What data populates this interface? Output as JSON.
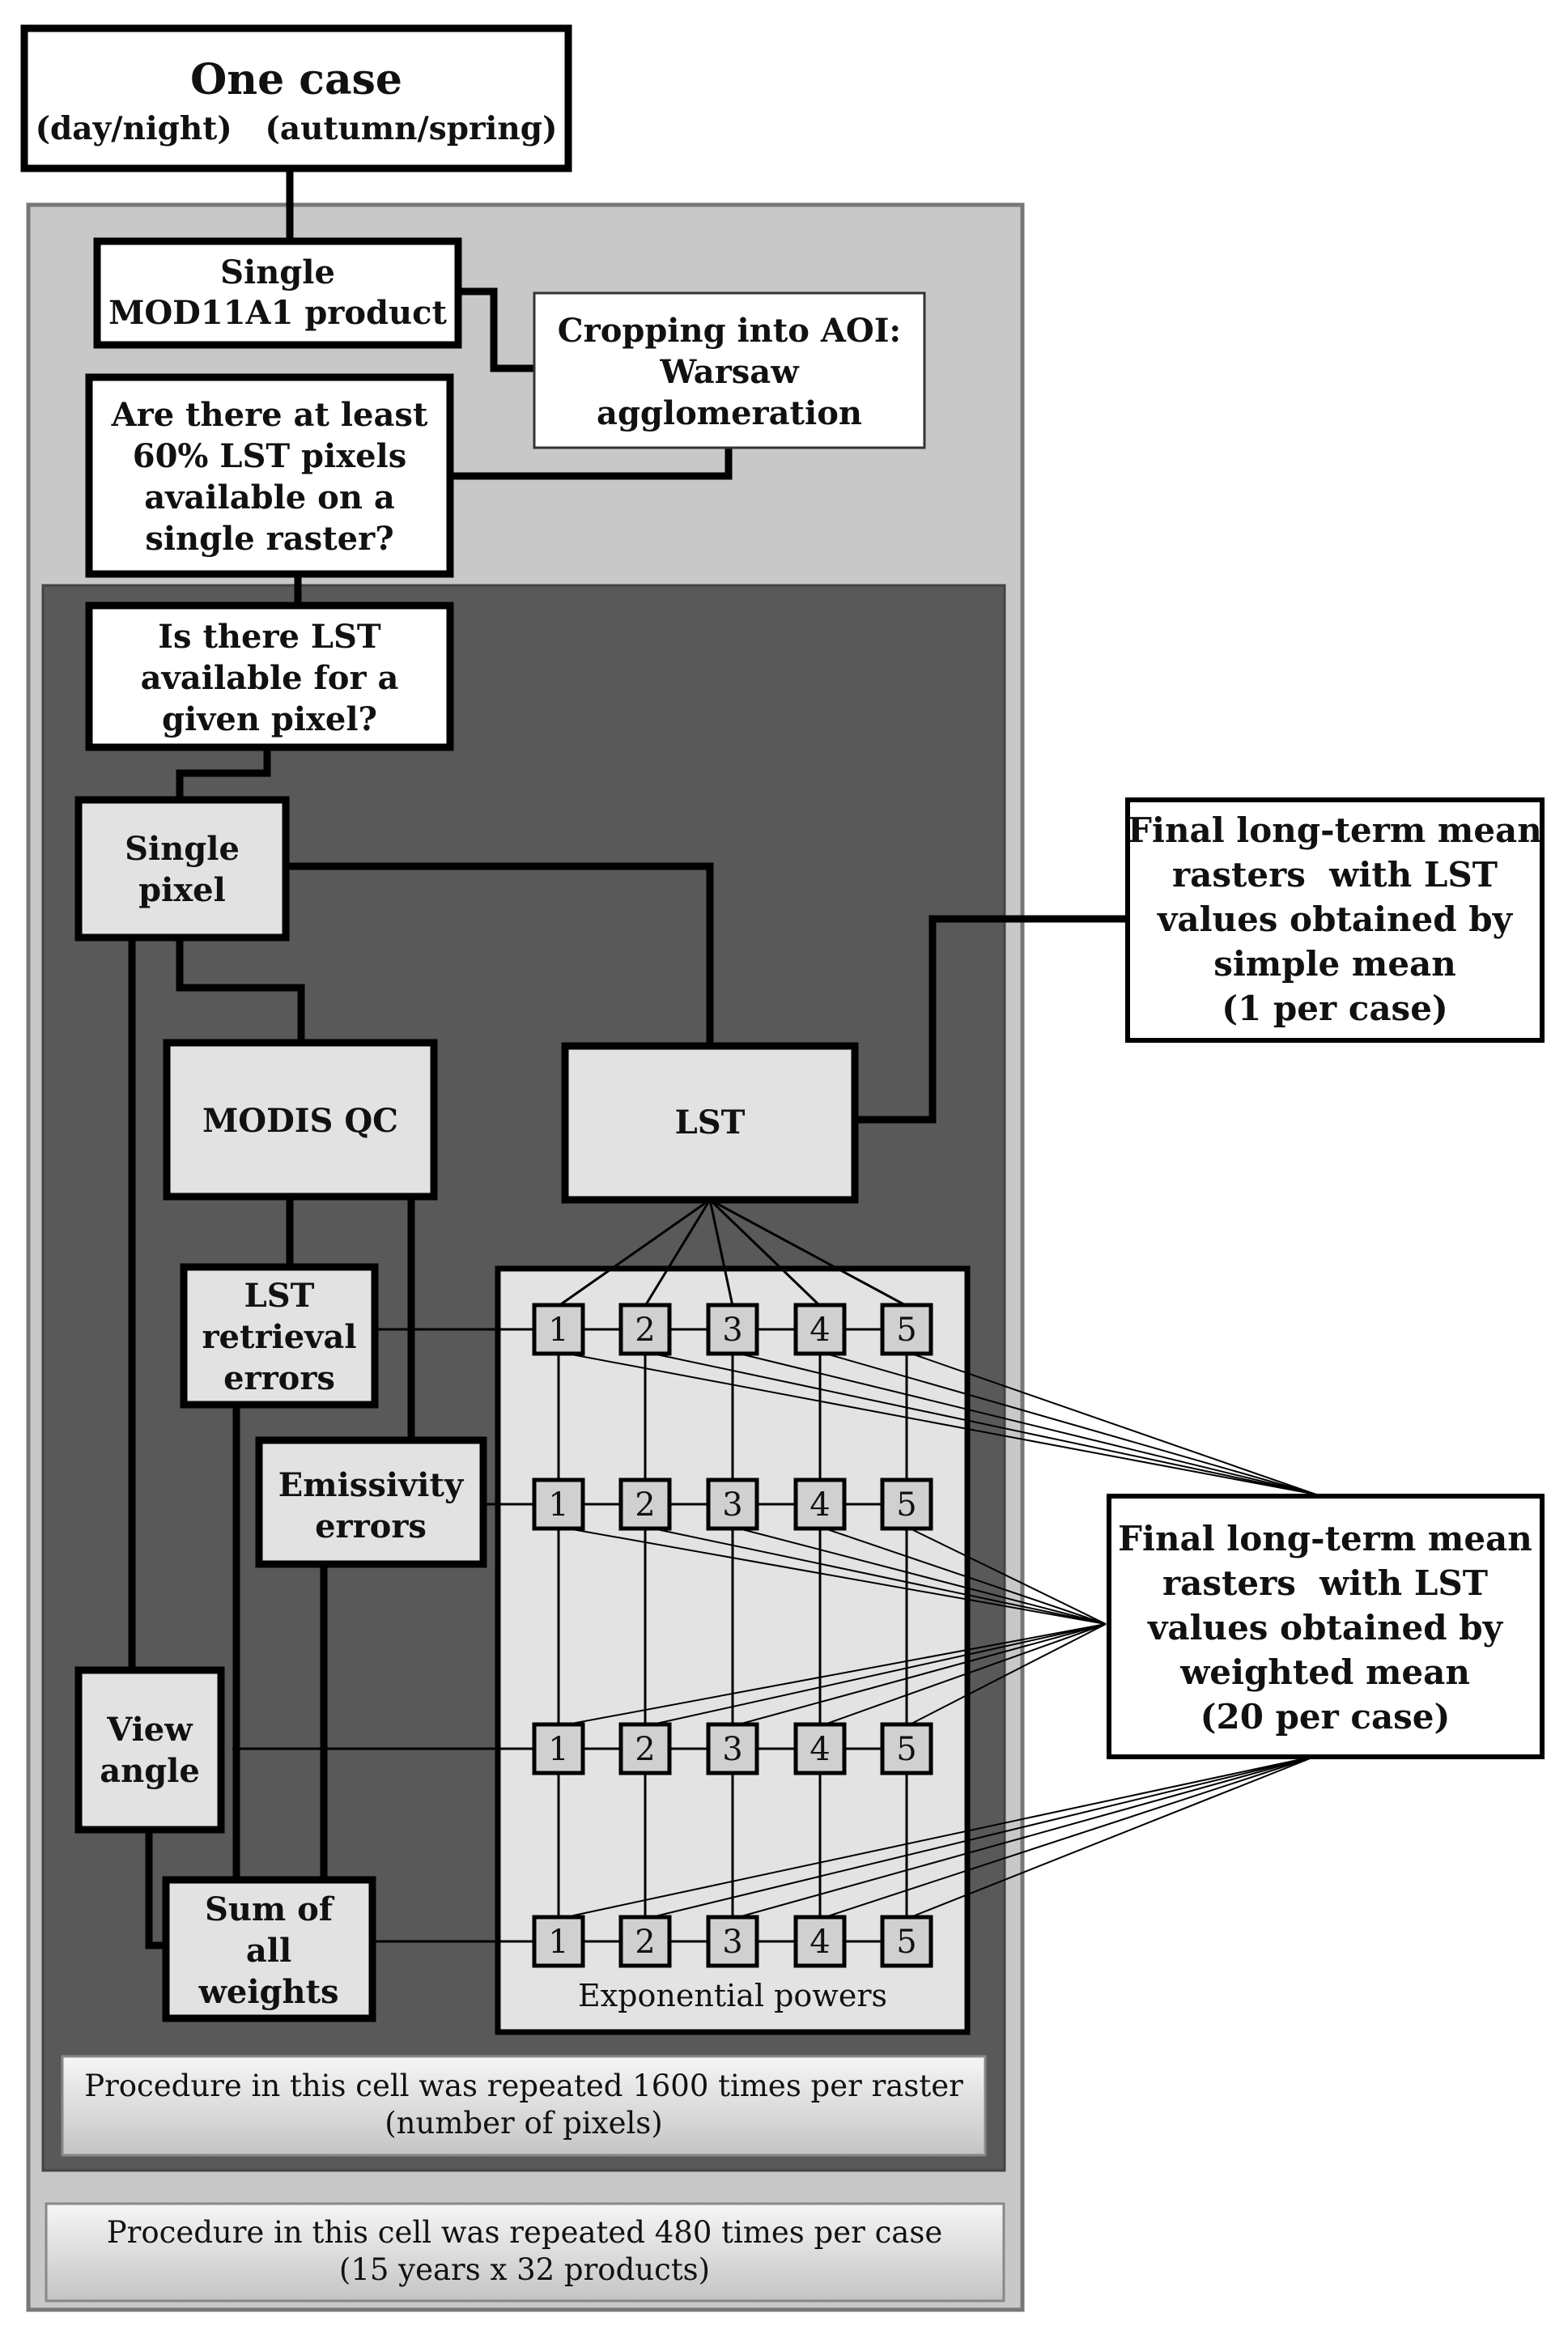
{
  "one_case": {
    "title": "One case",
    "subtitle": "(day/night)   (autumn/spring)"
  },
  "single_product": [
    "Single",
    "MOD11A1 product"
  ],
  "cropping": [
    "Cropping into AOI:",
    "Warsaw",
    "agglomeration"
  ],
  "pixels_check": [
    "Are there at least",
    "60% LST pixels",
    "available on a",
    "single raster?"
  ],
  "lst_available": [
    "Is there LST",
    "available for a",
    "given pixel?"
  ],
  "single_pixel": [
    "Single",
    "pixel"
  ],
  "modis_qc": "MODIS QC",
  "lst": "LST",
  "lst_retrieval": [
    "LST",
    "retrieval",
    "errors"
  ],
  "emissivity": [
    "Emissivity",
    "errors"
  ],
  "view_angle": [
    "View",
    "angle"
  ],
  "sum_weights": [
    "Sum of",
    "all",
    "weights"
  ],
  "exp_powers": {
    "label": "Exponential powers",
    "numbers": [
      "1",
      "2",
      "3",
      "4",
      "5"
    ]
  },
  "final_simple": [
    "Final long-term mean",
    "rasters  with LST",
    "values obtained by",
    "simple mean",
    "(1 per case)"
  ],
  "final_weighted": [
    "Final long-term mean",
    "rasters  with LST",
    "values obtained by",
    "weighted mean",
    "(20 per case)"
  ],
  "note_pixel": [
    "Procedure in this cell was repeated 1600 times per raster",
    "(number of pixels)"
  ],
  "note_case": [
    "Procedure in this cell was repeated 480 times per case",
    "(15 years x 32 products)"
  ]
}
